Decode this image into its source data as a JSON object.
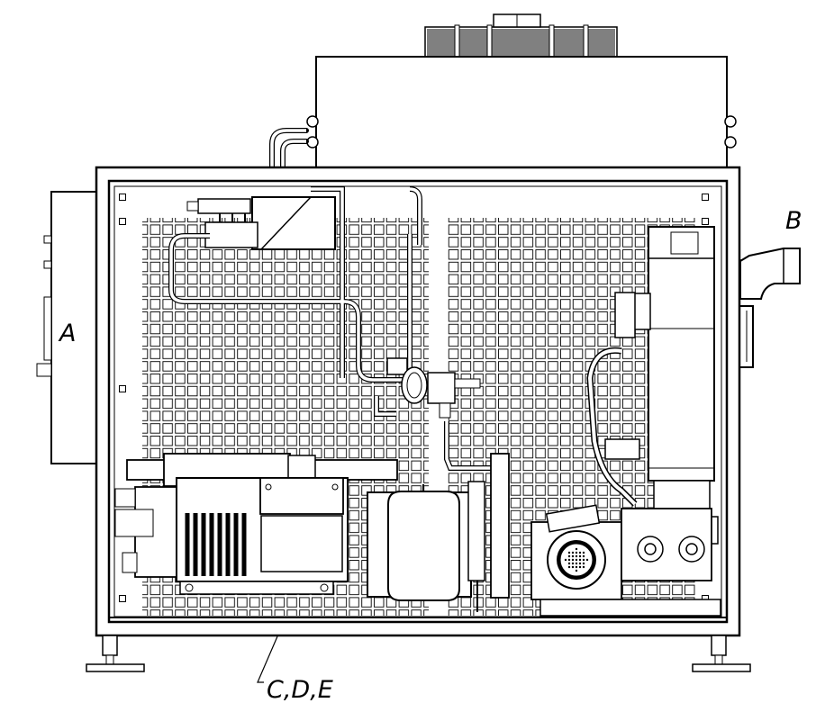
{
  "labels": {
    "a": "A",
    "b": "B",
    "cde": "C,D,E"
  },
  "colors": {
    "line": "#000000",
    "background": "#ffffff"
  }
}
